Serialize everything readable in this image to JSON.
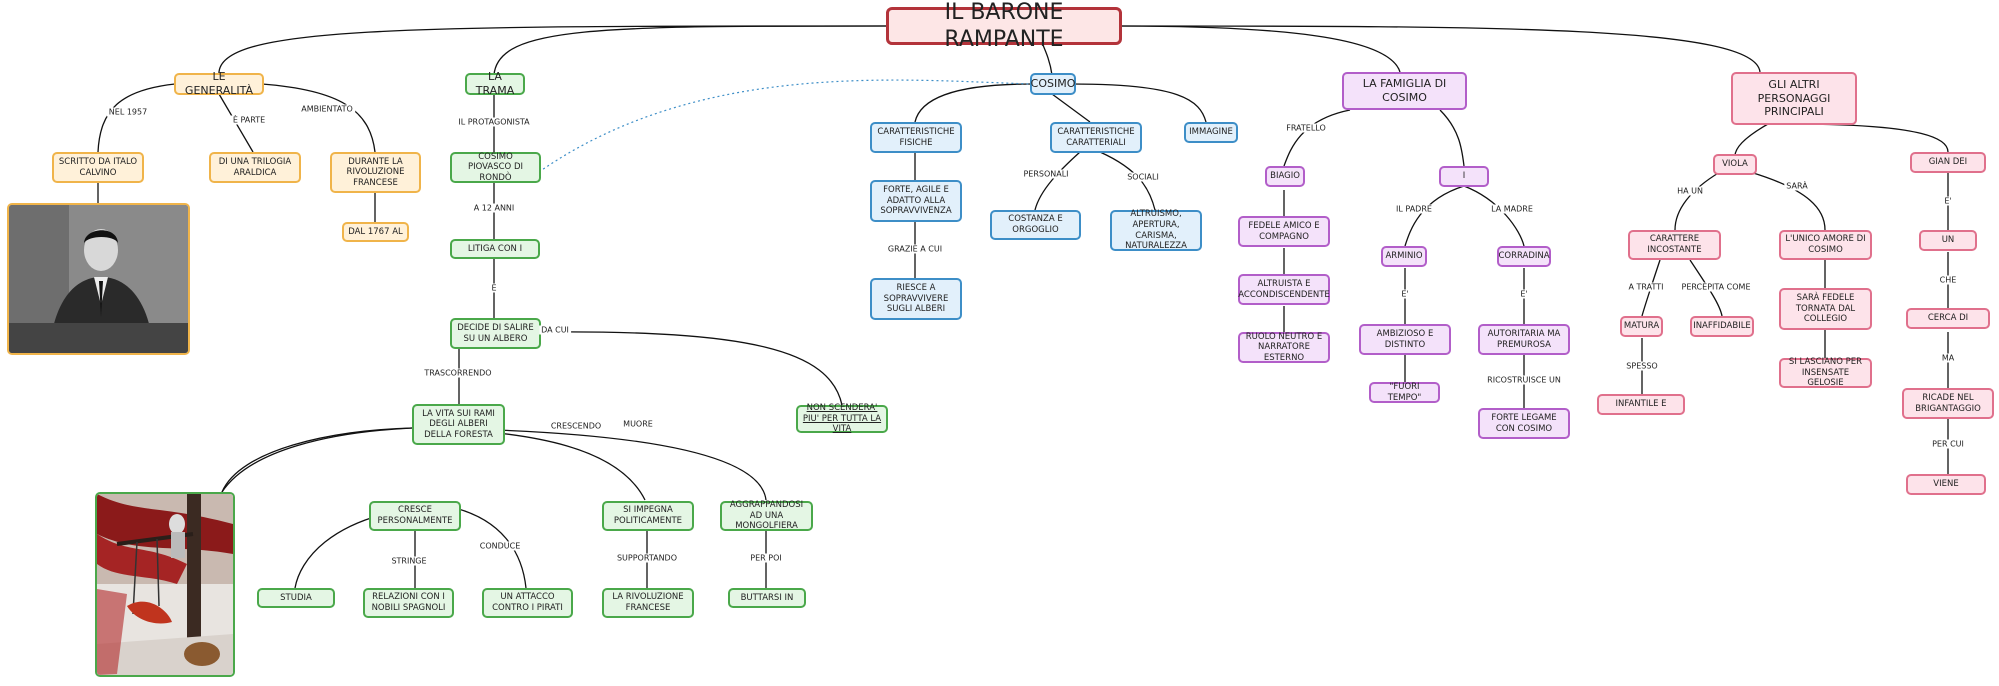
{
  "title": "IL BARONE RAMPANTE",
  "nodes": {
    "generalita": "LE GENERALITÀ",
    "scritto": "SCRITTO DA ITALO CALVINO",
    "trilogia": "DI UNA TRILOGIA ARALDICA",
    "durante": "DURANTE LA RIVOLUZIONE FRANCESE",
    "dal1767": "DAL 1767 AL",
    "trama": "LA TRAMA",
    "cosimo_piovasco": "COSIMO PIOVASCO DI RONDÒ",
    "litiga": "LITIGA CON I",
    "decide": "DECIDE DI SALIRE SU UN ALBERO",
    "non_scendera": "NON SCENDERA' PIU' PER TUTTA LA VITA",
    "vita": "LA VITA SUI RAMI DEGLI ALBERI DELLA FORESTA",
    "cresce": "CRESCE PERSONALMENTE",
    "studia": "STUDIA",
    "relazioni": "RELAZIONI CON I NOBILI SPAGNOLI",
    "attacco": "UN ATTACCO CONTRO I PIRATI",
    "impegna": "SI IMPEGNA POLITICAMENTE",
    "rivoluzione": "LA RIVOLUZIONE FRANCESE",
    "mongolfiera": "AGGRAPPANDOSI AD UNA MONGOLFIERA",
    "buttarsi": "BUTTARSI IN",
    "cosimo": "COSIMO",
    "car_fisiche": "CARATTERISTICHE FISICHE",
    "forte": "FORTE, AGILE E ADATTO ALLA SOPRAVVIVENZA",
    "riesce": "RIESCE A SOPRAVVIVERE SUGLI ALBERI",
    "car_caratteriali": "CARATTERISTICHE CARATTERIALI",
    "costanza": "COSTANZA E ORGOGLIO",
    "altruismo": "ALTRUISMO, APERTURA, CARISMA, NATURALEZZA",
    "immagine": "IMMAGINE",
    "famiglia": "LA FAMIGLIA DI COSIMO",
    "biagio": "BIAGIO",
    "fedele": "FEDELE AMICO E COMPAGNO",
    "altruista": "ALTRUISTA E ACCONDISCENDENTE",
    "ruolo": "RUOLO NEUTRO E NARRATORE ESTERNO",
    "i": "I",
    "arminio": "ARMINIO",
    "ambizioso": "AMBIZIOSO E DISTINTO",
    "fuori_tempo": "\"FUORI TEMPO\"",
    "corradina": "CORRADINA",
    "autoritaria": "AUTORITARIA MA PREMUROSA",
    "forte_legame": "FORTE LEGAME CON COSIMO",
    "altri": "GLI ALTRI PERSONAGGI PRINCIPALI",
    "viola": "VIOLA",
    "carattere": "CARATTERE INCOSTANTE",
    "matura": "MATURA",
    "infantile": "INFANTILE E",
    "inaffidabile": "INAFFIDABILE",
    "unico_amore": "L'UNICO AMORE DI COSIMO",
    "sara_fedele": "SARÀ FEDELE TORNATA DAL COLLEGIO",
    "si_lasciano": "SI LASCIANO PER INSENSATE GELOSIE",
    "gian_dei": "GIAN DEI",
    "un": "UN",
    "cerca": "CERCA DI",
    "ricade": "RICADE NEL BRIGANTAGGIO",
    "viene": "VIENE"
  },
  "labels": {
    "nel1957": "NEL 1957",
    "e_parte": "È PARTE",
    "ambientato": "AMBIENTATO",
    "protagonista": "IL PROTAGONISTA",
    "a12anni": "A 12 ANNI",
    "e": "E",
    "da_cui": "DA CUI",
    "trascorrendo": "TRASCORRENDO",
    "crescendo": "CRESCENDO",
    "muore": "MUORE",
    "stringe": "STRINGE",
    "conduce": "CONDUCE",
    "supportando": "SUPPORTANDO",
    "per_poi": "PER POI",
    "grazie": "GRAZIE A CUI",
    "personali": "PERSONALI",
    "sociali": "SOCIALI",
    "fratello": "FRATELLO",
    "il_padre": "IL PADRE",
    "la_madre": "LA MADRE",
    "e1": "E'",
    "e2": "E'",
    "ricostruisce": "RICOSTRUISCE UN",
    "ha_un": "HA UN",
    "sara": "SARÀ",
    "a_tratti": "A TRATTI",
    "percepita": "PERCEPITA COME",
    "spesso": "SPESSO",
    "e3": "E'",
    "che": "CHE",
    "ma": "MA",
    "per_cui": "PER CUI"
  },
  "colors": {
    "yellow": "#f0b44a",
    "green": "#4aa84a",
    "blue": "#3d8ec7",
    "purple": "#b25ec9",
    "pink": "#e0708c",
    "title": "#b3333a"
  }
}
